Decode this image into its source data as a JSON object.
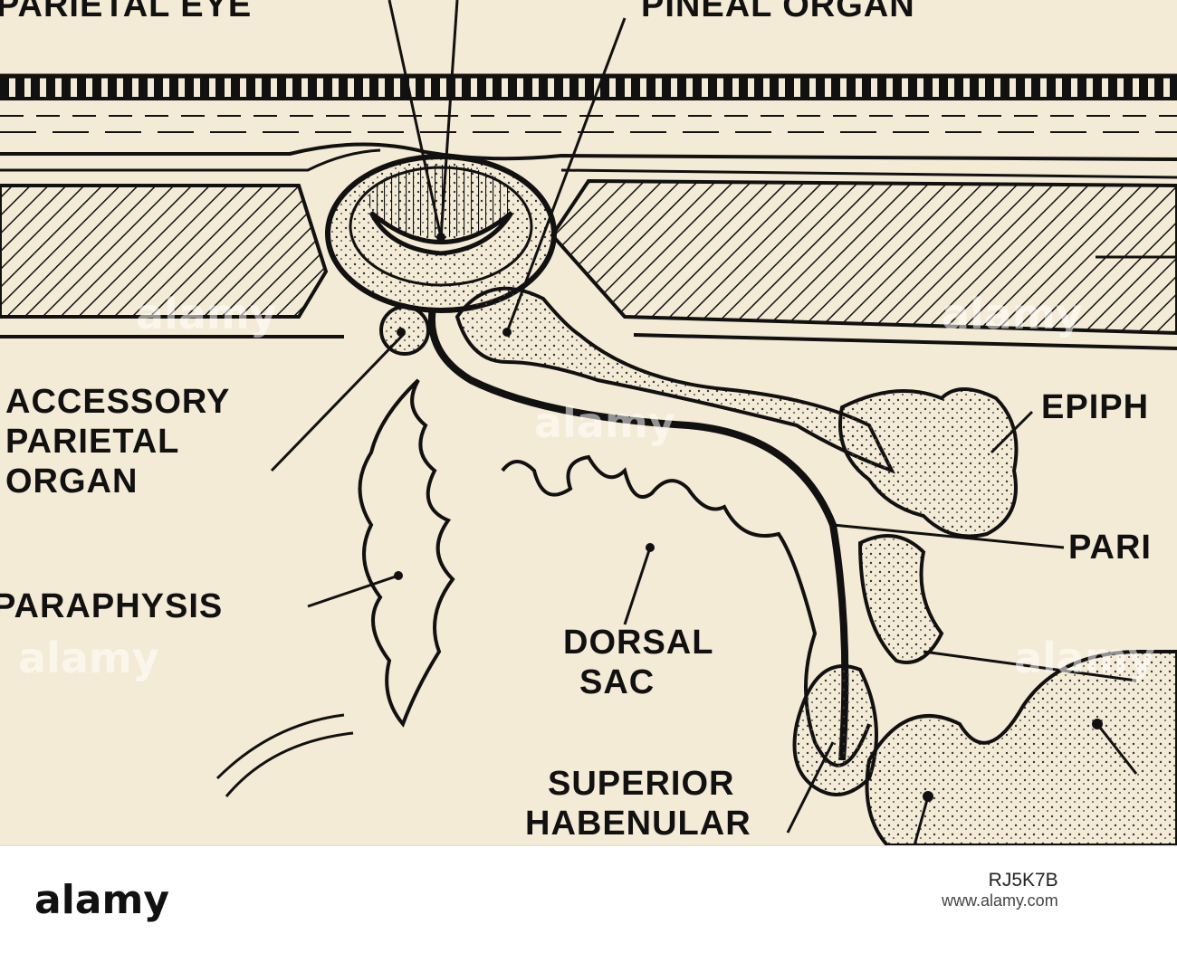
{
  "figure": {
    "labels": {
      "parietal_eye": "PARIETAL EYE",
      "pineal_organ": "PINEAL ORGAN",
      "accessory_1": "ACCESSORY",
      "accessory_2": "PARIETAL",
      "accessory_3": "ORGAN",
      "epiphysis": "EPIPH",
      "parietal_nerve": "PARI",
      "paraphysis": "PARAPHYSIS",
      "dorsal_1": "DORSAL",
      "dorsal_2": "SAC",
      "superior_1": "SUPERIOR",
      "superior_2": "HABENULAR"
    },
    "watermark": "alamy"
  },
  "footer": {
    "brand": "alamy",
    "image_id": "RJ5K7B",
    "site": "www.alamy.com"
  },
  "colors": {
    "paper": "#f3ebd6",
    "ink": "#111111"
  }
}
